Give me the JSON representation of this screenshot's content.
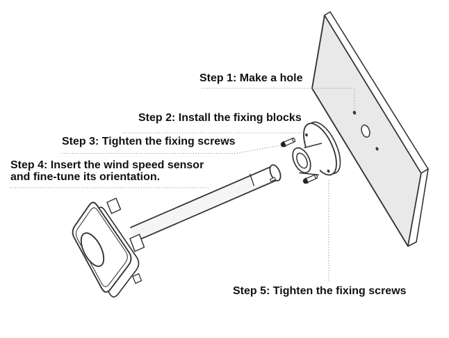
{
  "steps": [
    {
      "label": "Step 1: Make a hole"
    },
    {
      "label": "Step 2: Install the fixing blocks"
    },
    {
      "label": "Step 3: Tighten the fixing screws"
    },
    {
      "line1": "Step 4: Insert the wind speed sensor",
      "line2": "and fine-tune its orientation."
    },
    {
      "label": "Step 5: Tighten the fixing screws"
    }
  ],
  "colors": {
    "background": "#ffffff",
    "line": "#333333",
    "panel_fill": "#e9e9e9",
    "tube_fill": "#f5f5f5",
    "leader": "#999999",
    "text": "#111111"
  }
}
